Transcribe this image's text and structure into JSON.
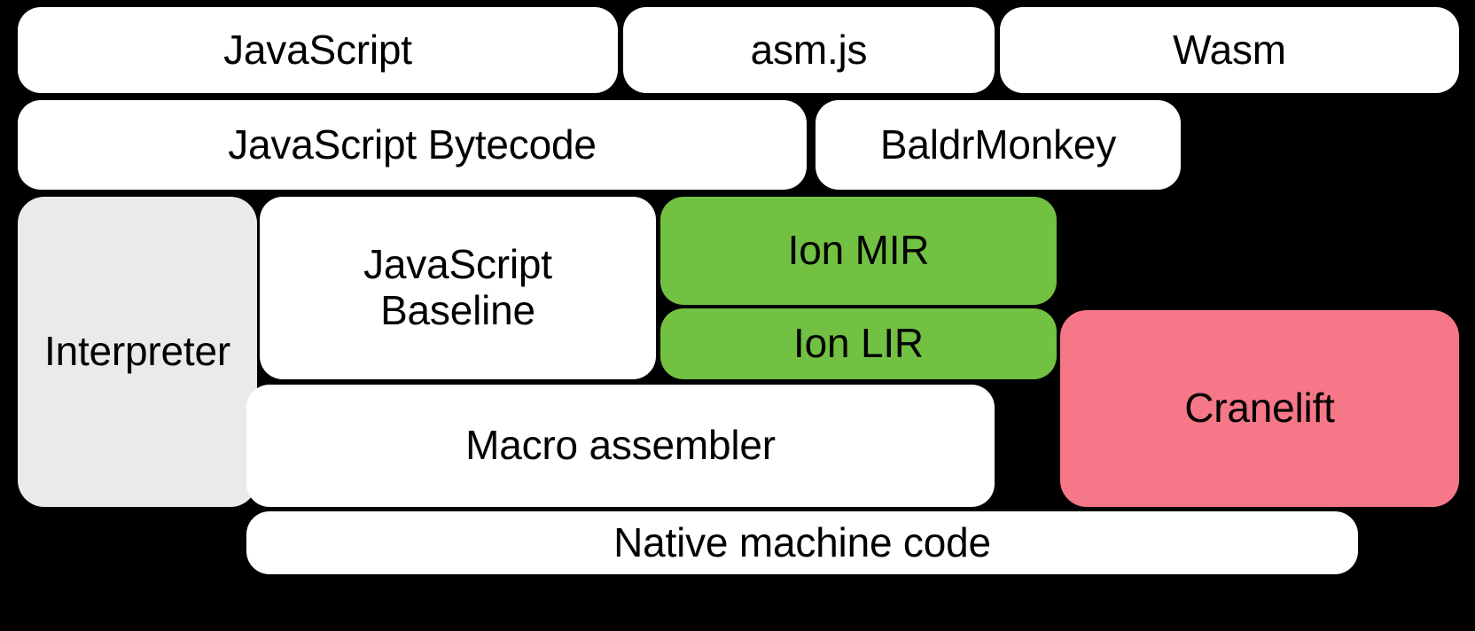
{
  "diagram": {
    "title": "SpiderMonkey compilation pipeline",
    "background_color": "#000000",
    "colors": {
      "white": "#FFFFFF",
      "gray": "#EAEAEA",
      "green": "#72C143",
      "pink": "#F67788",
      "text": "#000000"
    },
    "rows": [
      {
        "name": "source-languages",
        "nodes": [
          {
            "id": "javascript",
            "label": "JavaScript",
            "color": "white"
          },
          {
            "id": "asmjs",
            "label": "asm.js",
            "color": "white"
          },
          {
            "id": "wasm",
            "label": "Wasm",
            "color": "white"
          }
        ]
      },
      {
        "name": "intermediate-representations",
        "nodes": [
          {
            "id": "js_bytecode",
            "label": "JavaScript Bytecode",
            "color": "white"
          },
          {
            "id": "baldrmonkey",
            "label": "BaldrMonkey",
            "color": "white"
          }
        ]
      },
      {
        "name": "execution-tiers",
        "nodes": [
          {
            "id": "interpreter",
            "label": "Interpreter",
            "color": "gray"
          },
          {
            "id": "js_baseline",
            "label": "JavaScript\nBaseline",
            "color": "white"
          },
          {
            "id": "ion_mir",
            "label": "Ion MIR",
            "color": "green"
          },
          {
            "id": "ion_lir",
            "label": "Ion LIR",
            "color": "green"
          },
          {
            "id": "cranelift",
            "label": "Cranelift",
            "color": "pink"
          },
          {
            "id": "macro_assembler",
            "label": "Macro assembler",
            "color": "white"
          }
        ]
      },
      {
        "name": "output",
        "nodes": [
          {
            "id": "native_code",
            "label": "Native machine code",
            "color": "white"
          }
        ]
      }
    ],
    "nodes": {
      "javascript": "JavaScript",
      "asmjs": "asm.js",
      "wasm": "Wasm",
      "js_bytecode": "JavaScript Bytecode",
      "baldrmonkey": "BaldrMonkey",
      "interpreter": "Interpreter",
      "js_baseline": "JavaScript\nBaseline",
      "ion_mir": "Ion MIR",
      "ion_lir": "Ion LIR",
      "cranelift": "Cranelift",
      "macro_assembler": "Macro assembler",
      "native_code": "Native machine code"
    }
  }
}
